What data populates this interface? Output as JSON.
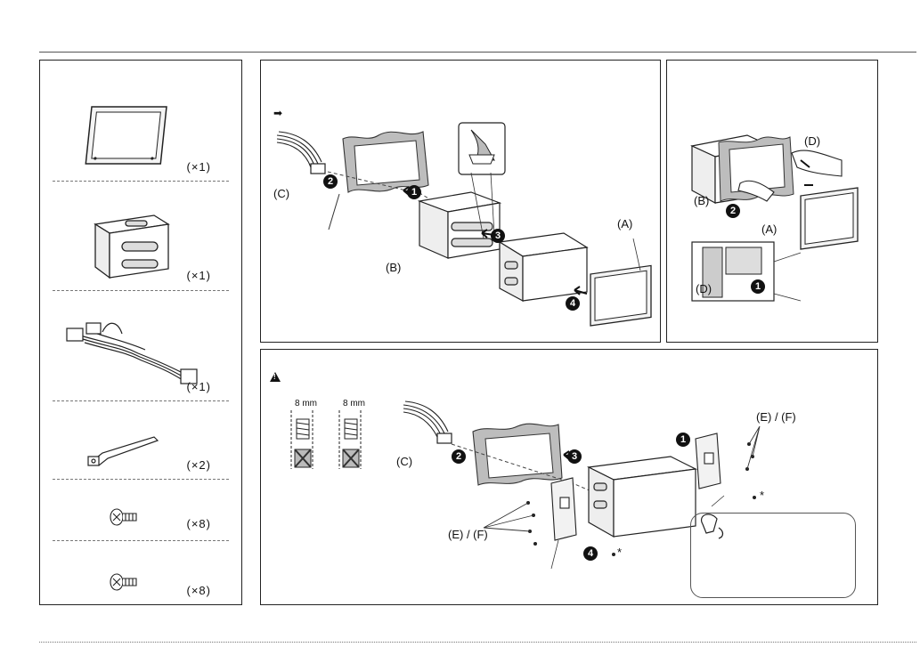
{
  "parts": [
    {
      "icon": "trim-plate-icon",
      "qty": "(×1)"
    },
    {
      "icon": "mounting-sleeve-icon",
      "qty": "(×1)"
    },
    {
      "icon": "wiring-harness-icon",
      "qty": "(×1)"
    },
    {
      "icon": "extraction-key-icon",
      "qty": "(×2)"
    },
    {
      "icon": "flat-head-screw-icon",
      "qty": "(×8)"
    },
    {
      "icon": "round-head-screw-icon",
      "qty": "(×8)"
    }
  ],
  "install": {
    "arrow_glyph": "➡",
    "labels": {
      "c": "(C)",
      "b": "(B)",
      "a": "(A)"
    },
    "steps": [
      "1",
      "2",
      "3",
      "4"
    ]
  },
  "remove": {
    "labels": {
      "b": "(B)",
      "d_top": "(D)",
      "a": "(A)",
      "d_bottom": "(D)"
    },
    "steps": [
      "1",
      "2"
    ]
  },
  "mount": {
    "screw_length_1": "8 mm",
    "screw_length_2": "8 mm",
    "labels": {
      "c": "(C)",
      "ef_left": "(E) / (F)",
      "ef_right": "(E) / (F)",
      "asterisk_1": "*",
      "asterisk_2": "*"
    },
    "steps": [
      "1",
      "2",
      "3",
      "4"
    ]
  },
  "colors": {
    "border": "#222222",
    "frame_gray": "#bdbdbd",
    "step_black": "#111111"
  }
}
